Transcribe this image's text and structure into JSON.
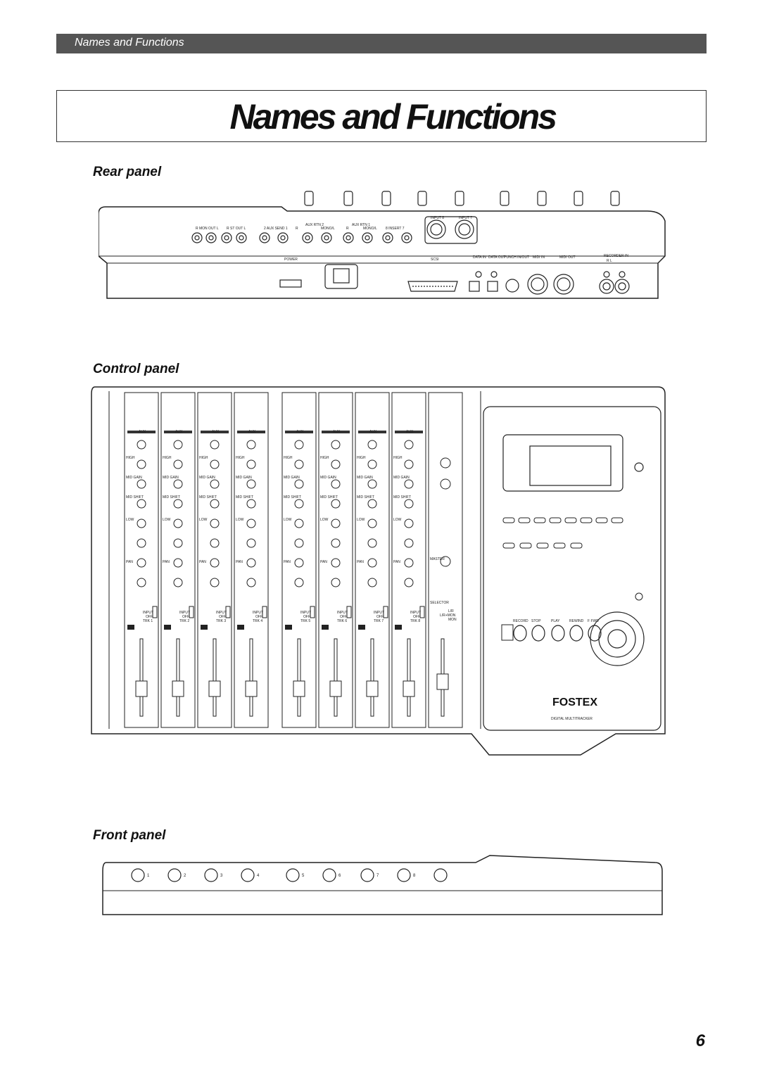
{
  "header": {
    "label": "Names and Functions"
  },
  "title": "Names and Functions",
  "sections": {
    "rear": "Rear panel",
    "control": "Control panel",
    "front": "Front panel"
  },
  "rear_labels": {
    "input8": "INPUT 8",
    "input7": "INPUT 7",
    "aux_rtn2": "AUX RTN 2",
    "aux_rtn1": "AUX RTN 1",
    "r_mon_out_l": "R MON OUT L",
    "r_st_out_l": "R ST OUT L",
    "aux_send": "2  AUX SEND 1",
    "r_left": "R",
    "mono_l_1": "MONO/L",
    "r_mid": "R",
    "mono_l_2": "MONO/L",
    "insert": "8    INSERT    7",
    "power": "POWER",
    "scsi": "SCSI",
    "data_in": "DATA IN",
    "data_out": "DATA OUT",
    "punch": "PUNCH IN/OUT",
    "midi_in": "MIDI IN",
    "midi_out": "MIDI OUT",
    "recorder_in": "RECORDER IN",
    "recorder_rl": "R           L"
  },
  "control_labels": {
    "aux": "AUX",
    "high": "HIGH",
    "mid_gain": "MID GAIN",
    "mid_shift": "MID SHIFT",
    "low": "LOW",
    "pan": "PAN",
    "input": "INPUT",
    "off": "OFF",
    "trk": [
      "TRK 1",
      "TRK 2",
      "TRK 3",
      "TRK 4",
      "TRK 5",
      "TRK 6",
      "TRK 7",
      "TRK 8"
    ],
    "channels": [
      "1",
      "2",
      "3",
      "4",
      "5",
      "6",
      "7",
      "8"
    ],
    "master": "MASTER",
    "selector": "SELECTOR",
    "lr": "L/R",
    "lr_mon": "L/R+MON",
    "mon": "MON",
    "brand": "FOSTEX",
    "model_sub": "DIGITAL MULTITRACKER",
    "transport": [
      "RECORD",
      "STOP",
      "PLAY",
      "REWIND",
      "F FWD"
    ]
  },
  "front_labels": [
    "1",
    "2",
    "3",
    "4",
    "5",
    "6",
    "7",
    "8"
  ],
  "page_number": "6"
}
